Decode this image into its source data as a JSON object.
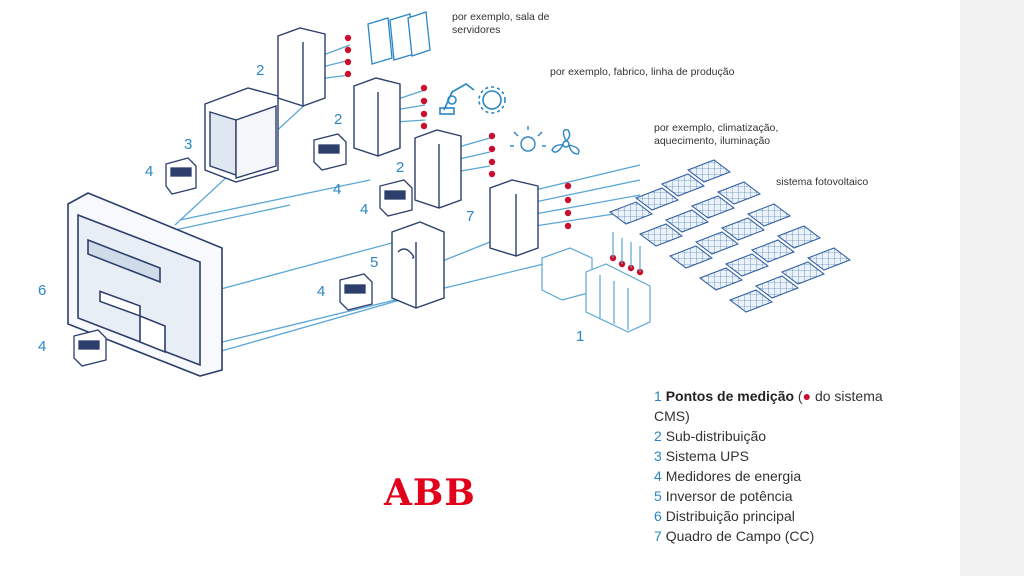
{
  "notes": {
    "servers": "por exemplo, sala de servidores",
    "production": "por exemplo, fabrico, linha de produção",
    "climate": "por exemplo, climatização, aquecimento, iluminação",
    "photovoltaic": "sistema fotovoltaico"
  },
  "callouts": {
    "n1": "1",
    "n2a": "2",
    "n2b": "2",
    "n2c": "2",
    "n3": "3",
    "n4a": "4",
    "n4b": "4",
    "n4c": "4",
    "n4d": "4",
    "n4e": "4",
    "n5": "5",
    "n6": "6",
    "n7": "7"
  },
  "legend": {
    "item1": {
      "num": "1",
      "label_bold": "Pontos de medição",
      "open": " (",
      "dot": "●",
      "rest": " do sistema CMS)"
    },
    "items": [
      {
        "num": "2",
        "label": "Sub-distribuição"
      },
      {
        "num": "3",
        "label": "Sistema UPS"
      },
      {
        "num": "4",
        "label": "Medidores de energia"
      },
      {
        "num": "5",
        "label": "Inversor de potência"
      },
      {
        "num": "6",
        "label": "Distribuição principal"
      },
      {
        "num": "7",
        "label": "Quadro de Campo (CC)"
      }
    ]
  },
  "logo": "ABB",
  "colors": {
    "accent_blue": "#2a86c4",
    "line_blue": "#5aa7d6",
    "measure_red": "#c8102e",
    "outline": "#2c3e6b",
    "abb_red": "#e2001a"
  }
}
